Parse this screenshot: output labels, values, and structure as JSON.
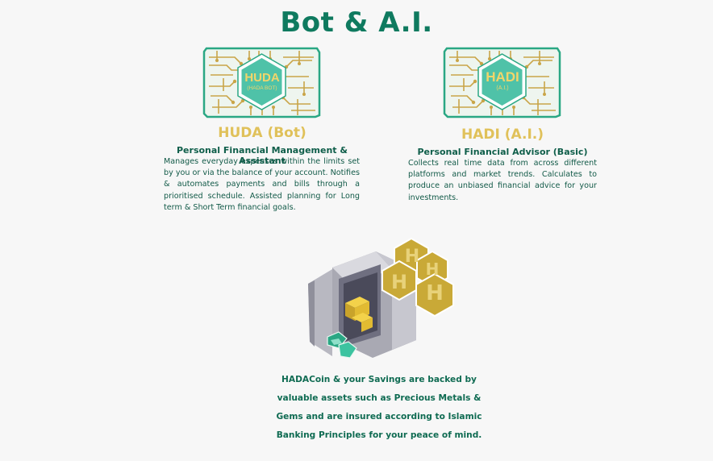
{
  "title": "Bot & A.I.",
  "cards": [
    {
      "badge_name": "HUDA",
      "badge_sub": "(HADA BOT)",
      "name": "HUDA (Bot)",
      "subtitle": "Personal Financial Management & Assistant",
      "description": "Manages everyday expenses within the limits set by you or via the balance of your account. Notifies & automates payments and bills through a prioritised schedule. Assisted planning for Long term & Short Term financial goals."
    },
    {
      "badge_name": "HADI",
      "badge_sub": "(A.I.)",
      "name": "HADI (A.I.)",
      "subtitle": "Personal Financial Advisor (Basic)",
      "description": "Collects real time data from across different platforms and market trends. Calculates to produce an unbiased financial advice for your investments."
    }
  ],
  "illustration": {
    "hex_letter": "H"
  },
  "footer_text": "HADACoin & your Savings are backed by valuable assets such as Precious Metals & Gems and are insured according to Islamic Banking Principles for your peace of mind.",
  "colors": {
    "title_green": "#0f7a5f",
    "gold": "#e0c15a",
    "board_green": "#2aa784",
    "hex_teal": "#4fc2a8"
  }
}
